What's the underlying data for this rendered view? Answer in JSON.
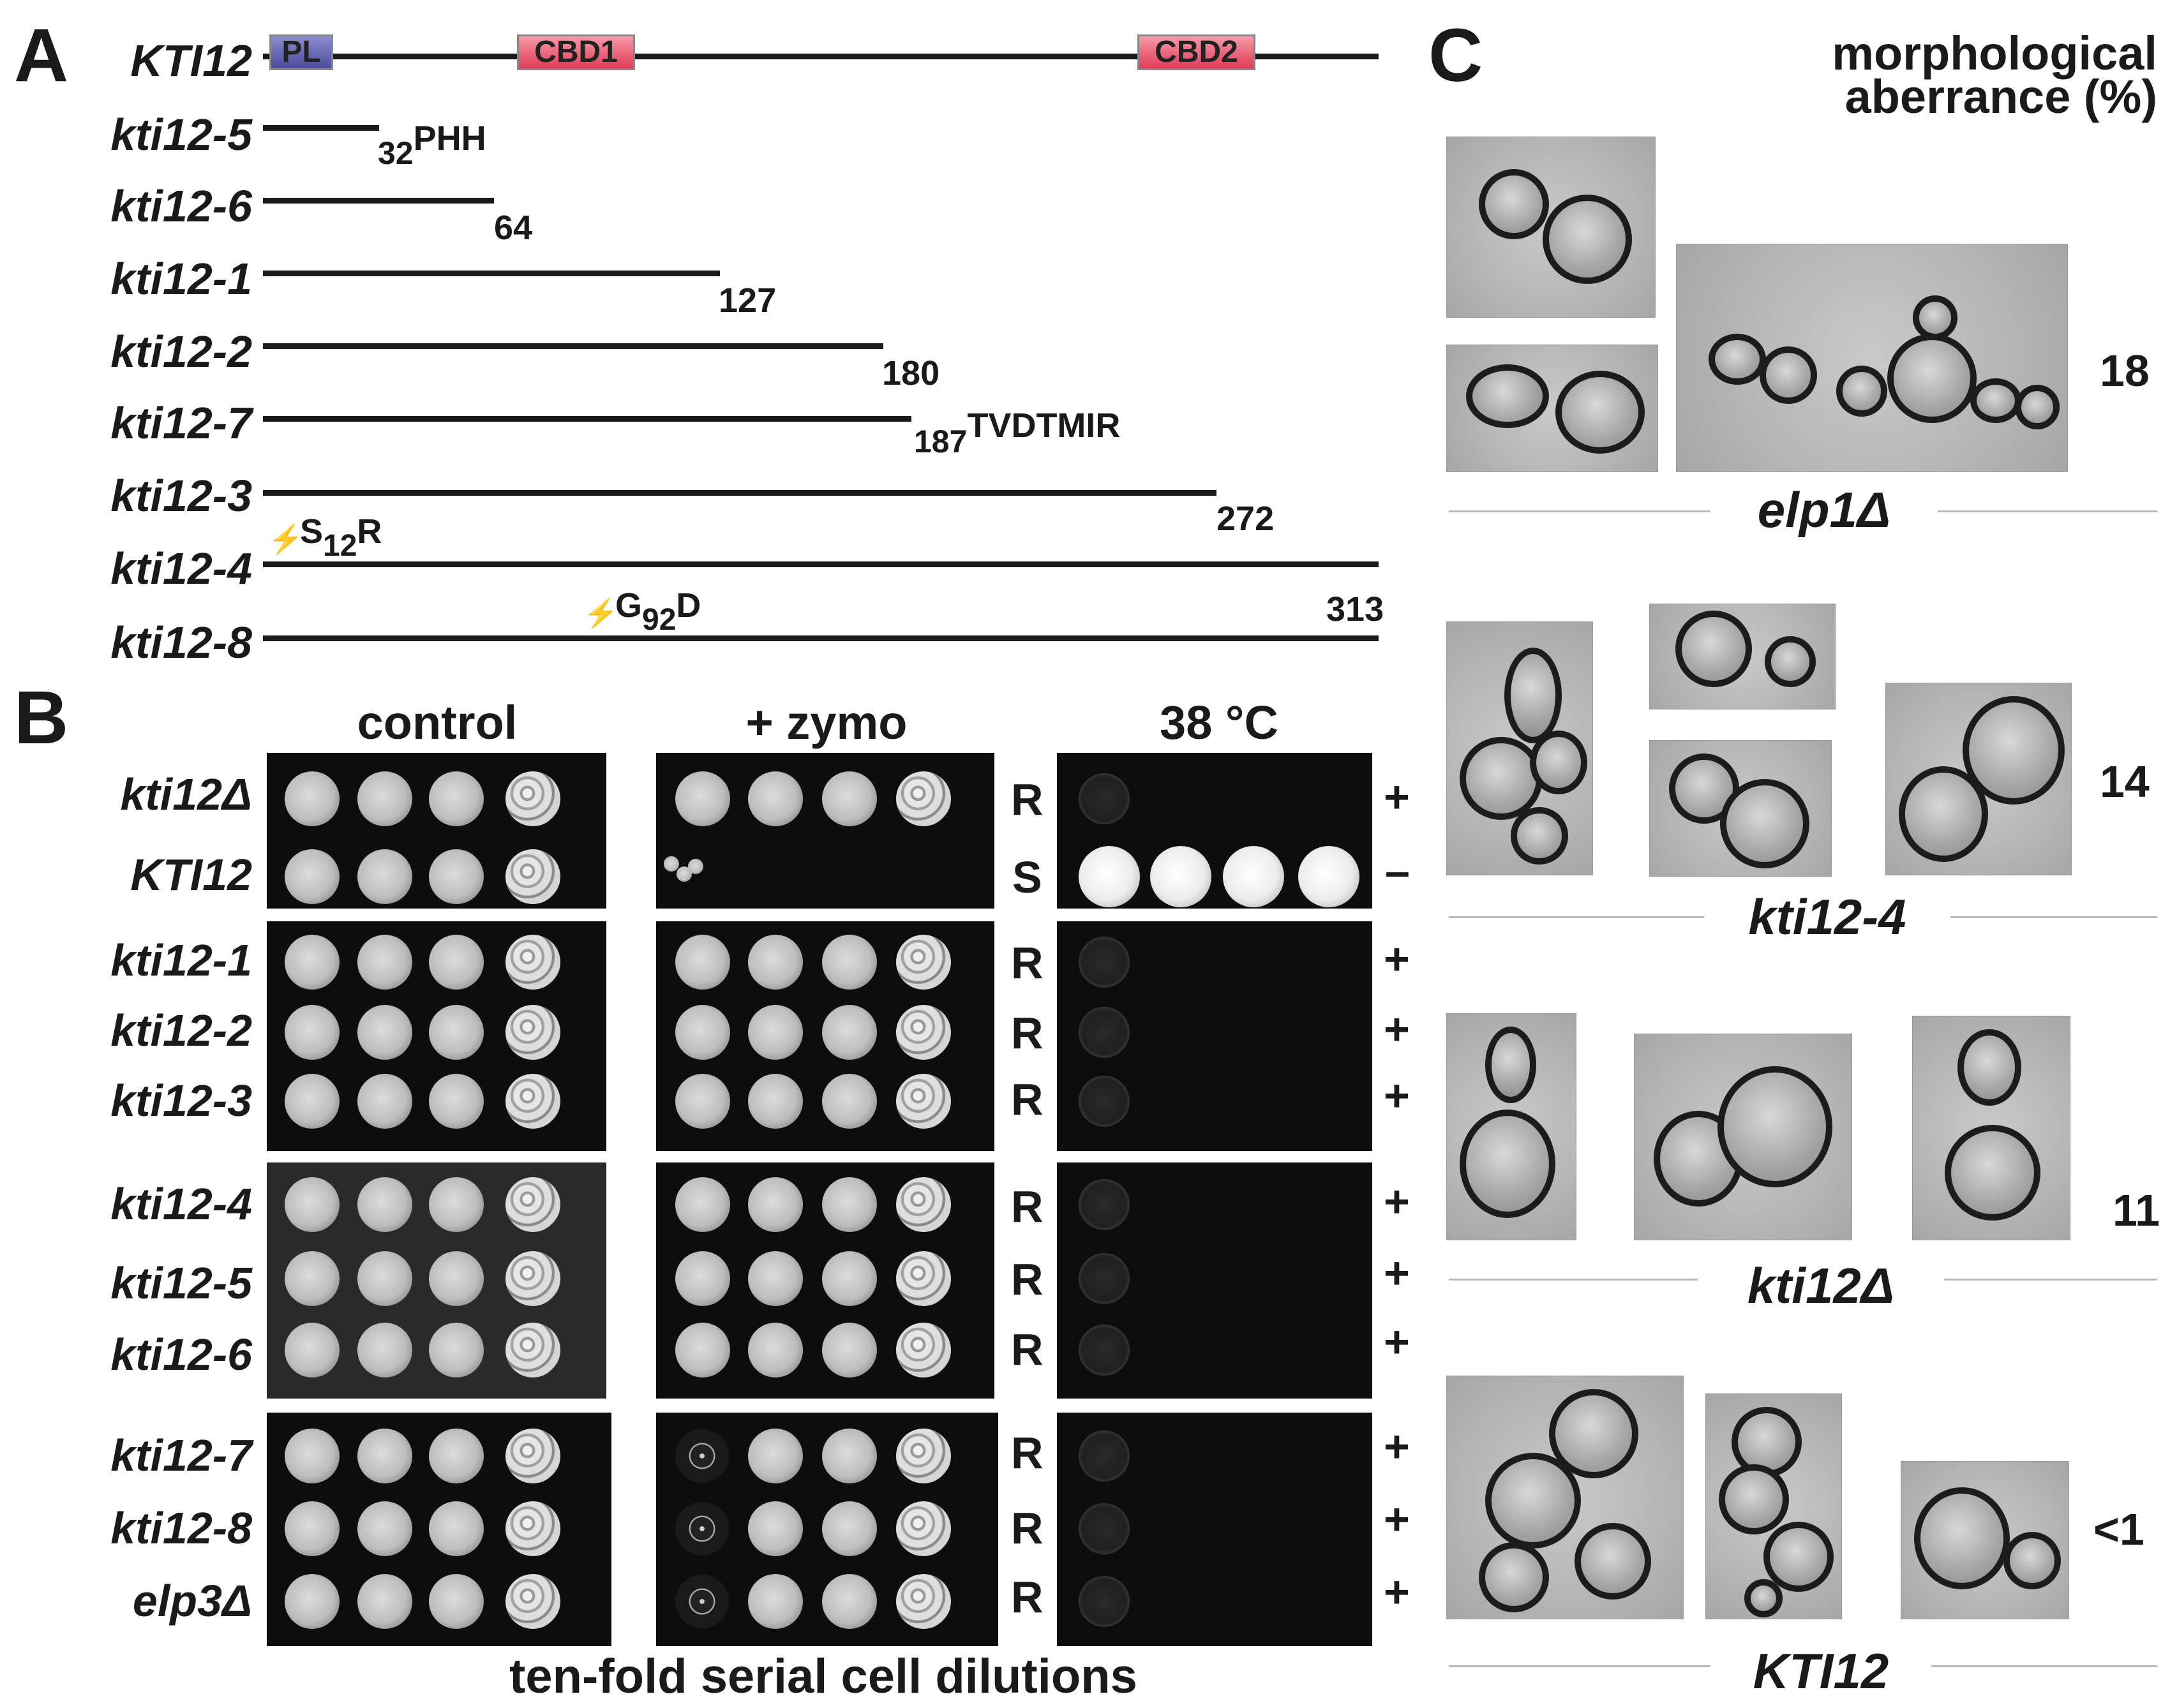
{
  "panel_a": {
    "letter": "A",
    "wildtype": "KTI12",
    "domains": [
      "PL",
      "CBD1",
      "CBD2"
    ],
    "alleles": [
      {
        "name": "kti12-5",
        "end_label": "32",
        "end_suffix": "PHH"
      },
      {
        "name": "kti12-6",
        "end_label": "64",
        "end_suffix": ""
      },
      {
        "name": "kti12-1",
        "end_label": "127",
        "end_suffix": ""
      },
      {
        "name": "kti12-2",
        "end_label": "180",
        "end_suffix": ""
      },
      {
        "name": "kti12-7",
        "end_label": "187",
        "end_suffix": "TVDTMIR"
      },
      {
        "name": "kti12-3",
        "end_label": "272",
        "end_suffix": ""
      },
      {
        "name": "kti12-4",
        "mutation": "S",
        "mutation_pos": "12",
        "mutation_to": "R"
      },
      {
        "name": "kti12-8",
        "mutation": "G",
        "mutation_pos": "92",
        "mutation_to": "D",
        "end_label": "313"
      }
    ]
  },
  "panel_b": {
    "letter": "B",
    "headers": [
      "control",
      "+ zymo",
      "38 °C"
    ],
    "footer": "ten-fold serial cell dilutions",
    "rows": [
      {
        "strain": "kti12Δ",
        "zymo": "R",
        "temp": "+"
      },
      {
        "strain": "KTI12",
        "zymo": "S",
        "temp": "–"
      },
      {
        "strain": "kti12-1",
        "zymo": "R",
        "temp": "+"
      },
      {
        "strain": "kti12-2",
        "zymo": "R",
        "temp": "+"
      },
      {
        "strain": "kti12-3",
        "zymo": "R",
        "temp": "+"
      },
      {
        "strain": "kti12-4",
        "zymo": "R",
        "temp": "+"
      },
      {
        "strain": "kti12-5",
        "zymo": "R",
        "temp": "+"
      },
      {
        "strain": "kti12-6",
        "zymo": "R",
        "temp": "+"
      },
      {
        "strain": "kti12-7",
        "zymo": "R",
        "temp": "+"
      },
      {
        "strain": "kti12-8",
        "zymo": "R",
        "temp": "+"
      },
      {
        "strain": "elp3Δ",
        "zymo": "R",
        "temp": "+"
      }
    ]
  },
  "panel_c": {
    "letter": "C",
    "header_line1": "morphological",
    "header_line2": "aberrance  (%)",
    "groups": [
      {
        "strain": "elp1Δ",
        "percent": "18"
      },
      {
        "strain": "kti12-4",
        "percent": "14"
      },
      {
        "strain": "kti12Δ",
        "percent": "11"
      },
      {
        "strain": "KTI12",
        "percent": "<1"
      }
    ]
  },
  "colors": {
    "pl_domain": "#6f6fb8",
    "cbd_domain": "#e8455f",
    "plate": "#0d0d0d"
  }
}
